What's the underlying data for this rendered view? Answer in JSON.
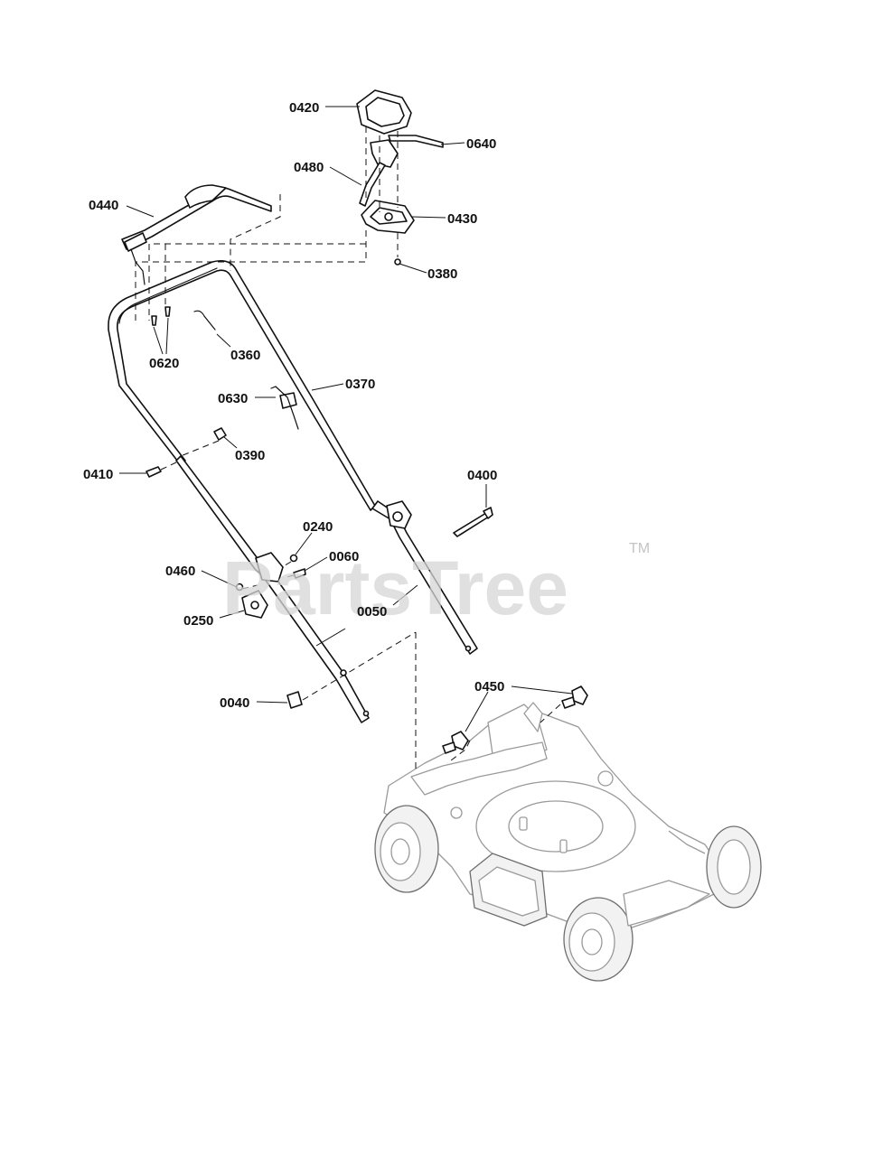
{
  "watermark": {
    "brand": "PartsTree",
    "trademark": "TM"
  },
  "callouts": [
    {
      "id": "c0420",
      "label": "0420"
    },
    {
      "id": "c0640",
      "label": "0640"
    },
    {
      "id": "c0480",
      "label": "0480"
    },
    {
      "id": "c0440",
      "label": "0440"
    },
    {
      "id": "c0430",
      "label": "0430"
    },
    {
      "id": "c0380",
      "label": "0380"
    },
    {
      "id": "c0620",
      "label": "0620"
    },
    {
      "id": "c0360",
      "label": "0360"
    },
    {
      "id": "c0370",
      "label": "0370"
    },
    {
      "id": "c0630",
      "label": "0630"
    },
    {
      "id": "c0390",
      "label": "0390"
    },
    {
      "id": "c0410",
      "label": "0410"
    },
    {
      "id": "c0400",
      "label": "0400"
    },
    {
      "id": "c0240",
      "label": "0240"
    },
    {
      "id": "c0060",
      "label": "0060"
    },
    {
      "id": "c0460",
      "label": "0460"
    },
    {
      "id": "c0250",
      "label": "0250"
    },
    {
      "id": "c0050",
      "label": "0050"
    },
    {
      "id": "c0450",
      "label": "0450"
    },
    {
      "id": "c0040",
      "label": "0040"
    }
  ]
}
